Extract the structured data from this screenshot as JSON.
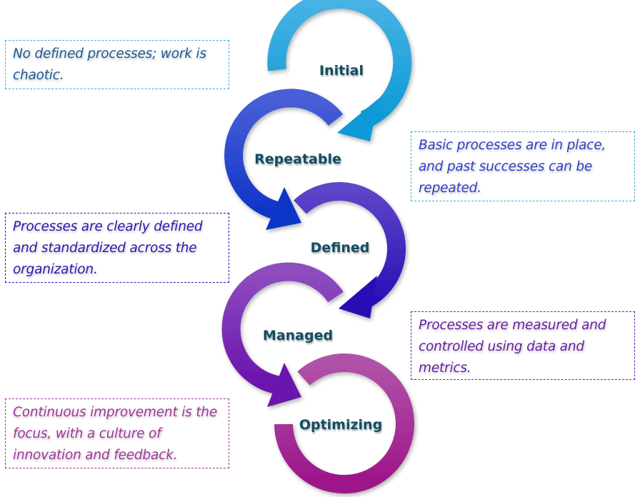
{
  "title": "Capability Maturity Levels",
  "stages": [
    {
      "name": "Initial",
      "description": "No defined processes; work is chaotic.",
      "color": "#1ea1d9",
      "color_light": "#3fb0e4",
      "text_color": "#1e5a94",
      "border_color": "#3aaad9"
    },
    {
      "name": "Repeatable",
      "description": "Basic processes are in place, and past successes can be repeated.",
      "color": "#1f3fcb",
      "color_light": "#3f56d6",
      "text_color": "#2f3fc4",
      "border_color": "#3aaad9"
    },
    {
      "name": "Defined",
      "description": "Processes are clearly defined and standardized across the organization.",
      "color": "#2e1bbb",
      "color_light": "#5a3fc9",
      "text_color": "#2c17b0",
      "border_color": "#2c17b0"
    },
    {
      "name": "Managed",
      "description": "Processes are measured and controlled using data and metrics.",
      "color": "#6a18b0",
      "color_light": "#8a45bf",
      "text_color": "#6a1fa6",
      "border_color": "#6a1fa6"
    },
    {
      "name": "Optimizing",
      "description": "Continuous improvement is the focus, with a culture of innovation and feedback.",
      "color": "#a01d93",
      "color_light": "#b04da6",
      "text_color": "#a0369b",
      "border_color": "#a0369b"
    }
  ]
}
